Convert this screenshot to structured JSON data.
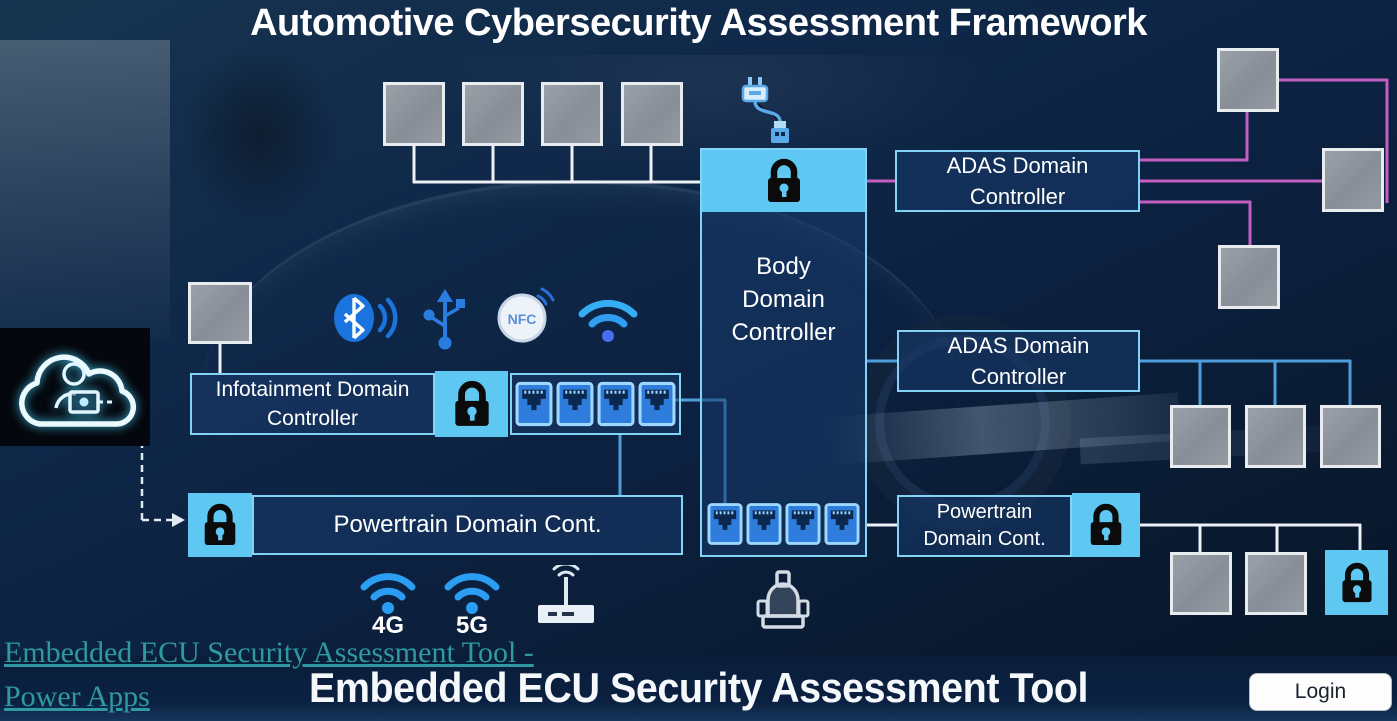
{
  "title": "Automotive Cybersecurity Assessment Framework",
  "colors": {
    "accent_blue": "#5ec8f3",
    "box_border": "#83d3f6",
    "line_white": "#edf1f5",
    "line_pink": "#c45fc2",
    "line_blue": "#4f9edb",
    "link_teal": "#2f99a1",
    "port_blue": "#2e7ddd"
  },
  "nodes": {
    "body_controller": {
      "label": "Body\nDomain\nController"
    },
    "adas_top": {
      "label": "ADAS Domain\nController"
    },
    "adas_mid": {
      "label": "ADAS Domain\nController"
    },
    "infotainment": {
      "label": "Infotainment Domain\nController"
    },
    "powertrain_left": {
      "label": "Powertrain Domain Cont."
    },
    "powertrain_right": {
      "label": "Powertrain\nDomain Cont."
    }
  },
  "icons": {
    "nfc_label": "NFC",
    "cellular_4g_label": "4G",
    "cellular_5g_label": "5G"
  },
  "footer": {
    "link_line1": "Embedded ECU Security Assessment Tool -",
    "link_line2": "Power Apps",
    "banner": "Embedded ECU Security Assessment Tool",
    "login_label": "Login"
  }
}
